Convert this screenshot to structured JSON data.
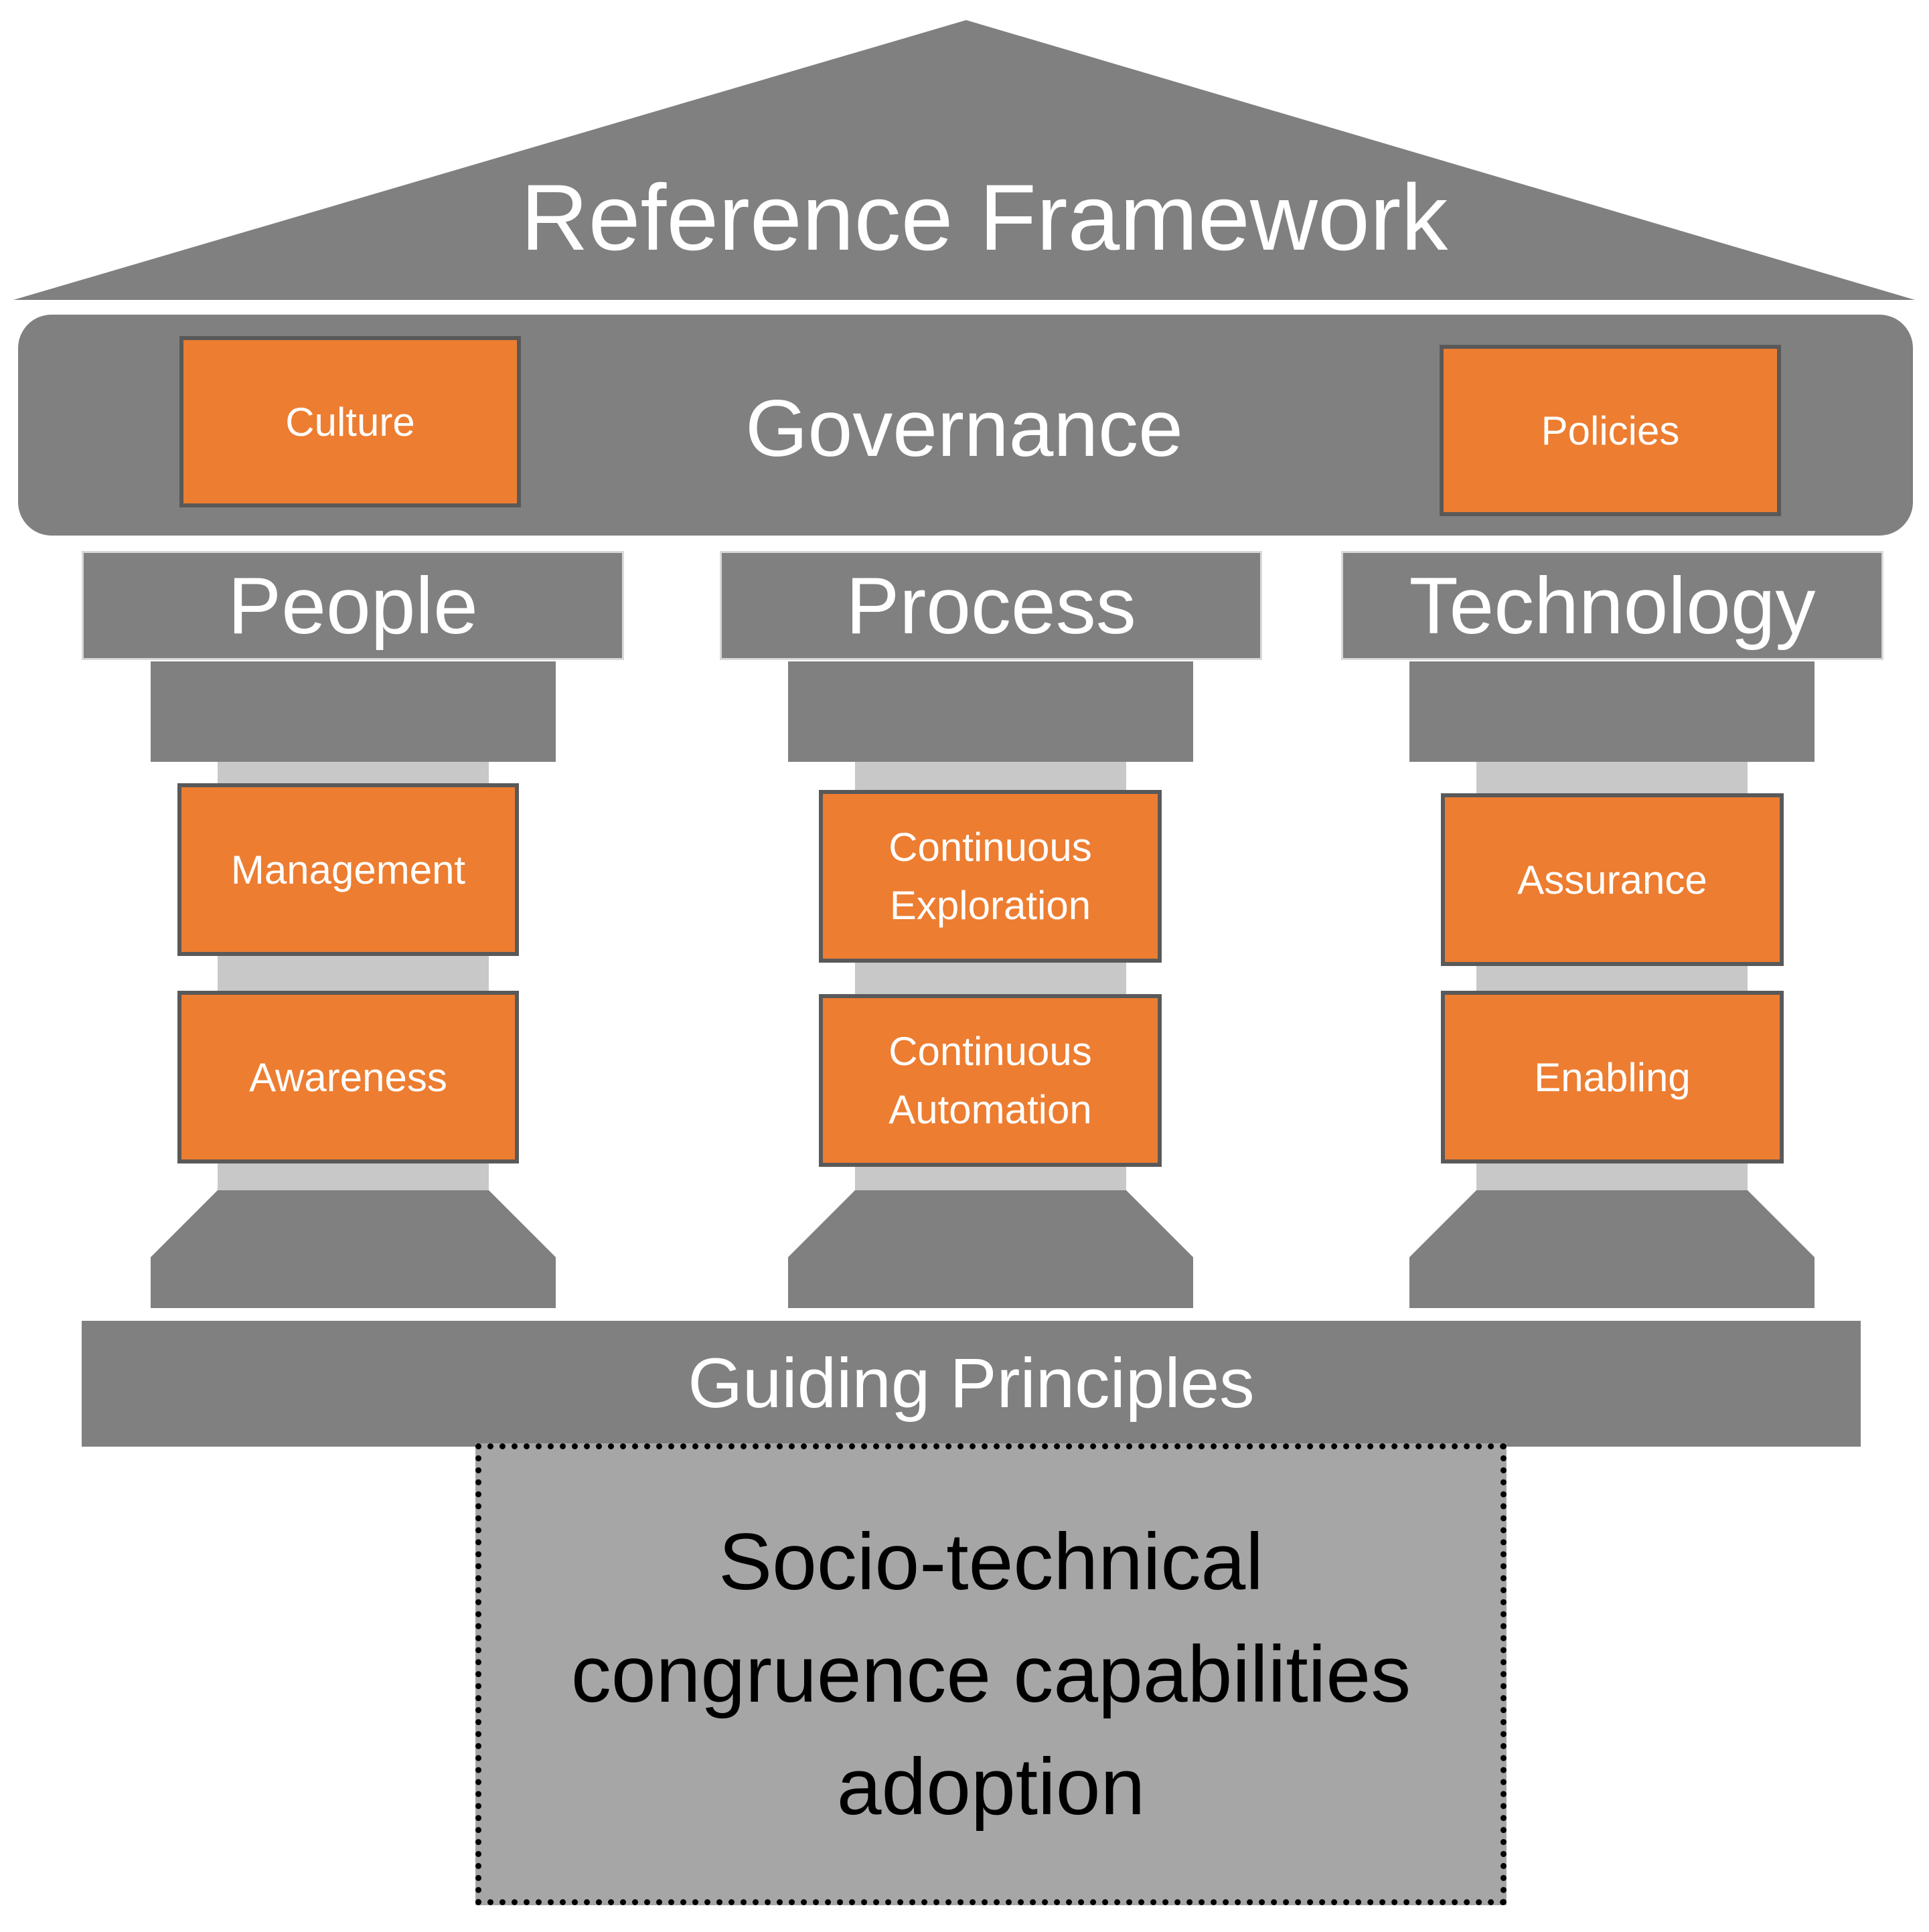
{
  "roof": {
    "title": "Reference Framework"
  },
  "governance": {
    "title": "Governance",
    "left_item": "Culture",
    "right_item": "Policies"
  },
  "pillars": [
    {
      "header": "People",
      "items": [
        "Management",
        "Awareness"
      ]
    },
    {
      "header": "Process",
      "items": [
        "Continuous\nExploration",
        "Continuous\nAutomation"
      ]
    },
    {
      "header": "Technology",
      "items": [
        "Assurance",
        "Enabling"
      ]
    }
  ],
  "foundation": {
    "title": "Guiding Principles"
  },
  "outcome": {
    "text": "Socio-technical\ncongruence capabilities\nadoption"
  },
  "colors": {
    "gray": "#808080",
    "orange": "#ed7d31",
    "shaft": "#c8c8c8",
    "outcome_fill": "#a6a6a6"
  }
}
